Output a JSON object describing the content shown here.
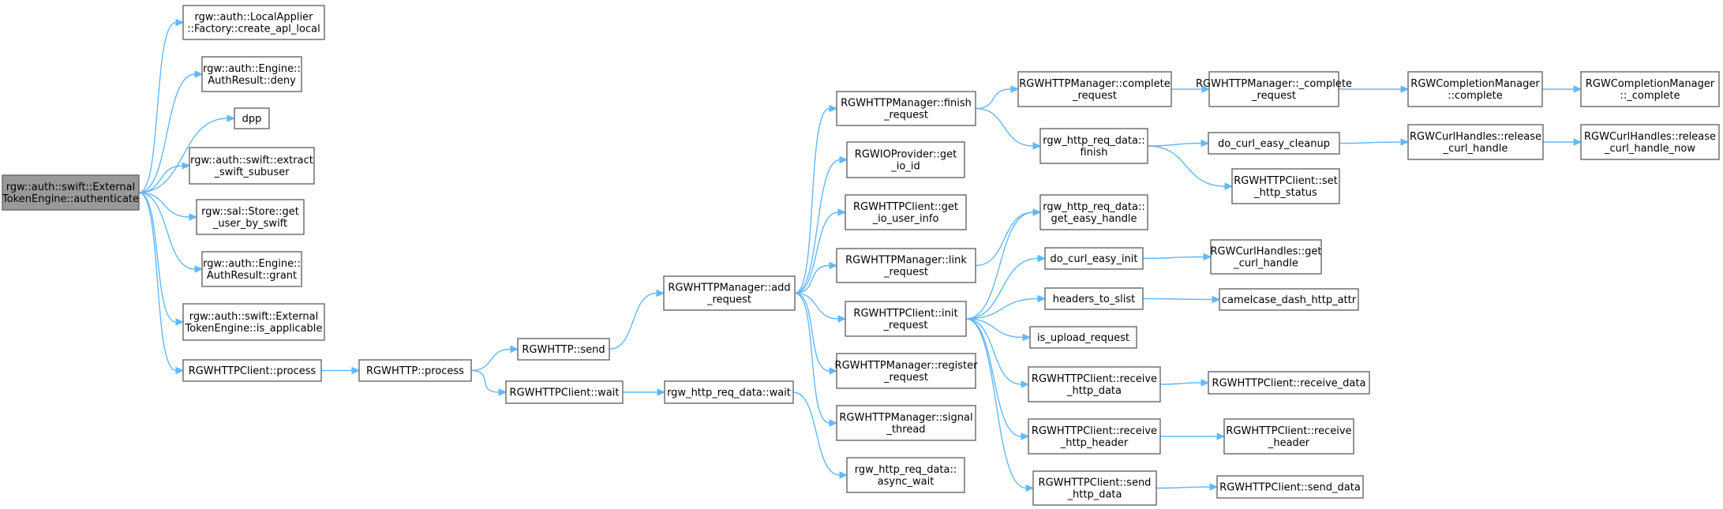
{
  "diagram": {
    "edge_color": "#63b8ff",
    "node_border_color": "#666666",
    "root_fill": "#999999",
    "nodes": [
      {
        "id": "authenticate",
        "lines": [
          "rgw::auth::swift::External",
          "TokenEngine::authenticate"
        ],
        "root": true
      },
      {
        "id": "create_apl_local",
        "lines": [
          "rgw::auth::LocalApplier",
          "::Factory::create_apl_local"
        ]
      },
      {
        "id": "deny",
        "lines": [
          "rgw::auth::Engine::",
          "AuthResult::deny"
        ]
      },
      {
        "id": "dpp",
        "lines": [
          "dpp"
        ]
      },
      {
        "id": "extract_swift_subuser",
        "lines": [
          "rgw::auth::swift::extract",
          "_swift_subuser"
        ]
      },
      {
        "id": "get_user_by_swift",
        "lines": [
          "rgw::sal::Store::get",
          "_user_by_swift"
        ]
      },
      {
        "id": "grant",
        "lines": [
          "rgw::auth::Engine::",
          "AuthResult::grant"
        ]
      },
      {
        "id": "is_applicable",
        "lines": [
          "rgw::auth::swift::External",
          "TokenEngine::is_applicable"
        ]
      },
      {
        "id": "client_process",
        "lines": [
          "RGWHTTPClient::process"
        ]
      },
      {
        "id": "http_process",
        "lines": [
          "RGWHTTP::process"
        ]
      },
      {
        "id": "http_send",
        "lines": [
          "RGWHTTP::send"
        ]
      },
      {
        "id": "client_wait",
        "lines": [
          "RGWHTTPClient::wait"
        ]
      },
      {
        "id": "req_data_wait",
        "lines": [
          "rgw_http_req_data::wait"
        ]
      },
      {
        "id": "add_request",
        "lines": [
          "RGWHTTPManager::add",
          "_request"
        ]
      },
      {
        "id": "finish_request",
        "lines": [
          "RGWHTTPManager::finish",
          "_request"
        ]
      },
      {
        "id": "get_io_id",
        "lines": [
          "RGWIOProvider::get",
          "_io_id"
        ]
      },
      {
        "id": "get_io_user_info",
        "lines": [
          "RGWHTTPClient::get",
          "_io_user_info"
        ]
      },
      {
        "id": "link_request",
        "lines": [
          "RGWHTTPManager::link",
          "_request"
        ]
      },
      {
        "id": "init_request",
        "lines": [
          "RGWHTTPClient::init",
          "_request"
        ]
      },
      {
        "id": "register_request",
        "lines": [
          "RGWHTTPManager::register",
          "_request"
        ]
      },
      {
        "id": "signal_thread",
        "lines": [
          "RGWHTTPManager::signal",
          "_thread"
        ]
      },
      {
        "id": "async_wait",
        "lines": [
          "rgw_http_req_data::",
          "async_wait"
        ]
      },
      {
        "id": "complete_request",
        "lines": [
          "RGWHTTPManager::complete",
          "_request"
        ]
      },
      {
        "id": "_complete_request",
        "lines": [
          "RGWHTTPManager::_complete",
          "_request"
        ]
      },
      {
        "id": "cm_complete",
        "lines": [
          "RGWCompletionManager",
          "::complete"
        ]
      },
      {
        "id": "cm__complete",
        "lines": [
          "RGWCompletionManager",
          "::_complete"
        ]
      },
      {
        "id": "req_data_finish",
        "lines": [
          "rgw_http_req_data::",
          "finish"
        ]
      },
      {
        "id": "do_curl_easy_cleanup",
        "lines": [
          "do_curl_easy_cleanup"
        ]
      },
      {
        "id": "release_curl_handle",
        "lines": [
          "RGWCurlHandles::release",
          "_curl_handle"
        ]
      },
      {
        "id": "release_curl_handle_now",
        "lines": [
          "RGWCurlHandles::release",
          "_curl_handle_now"
        ]
      },
      {
        "id": "set_http_status",
        "lines": [
          "RGWHTTPClient::set",
          "_http_status"
        ]
      },
      {
        "id": "get_easy_handle",
        "lines": [
          "rgw_http_req_data::",
          "get_easy_handle"
        ]
      },
      {
        "id": "do_curl_easy_init",
        "lines": [
          "do_curl_easy_init"
        ]
      },
      {
        "id": "get_curl_handle",
        "lines": [
          "RGWCurlHandles::get",
          "_curl_handle"
        ]
      },
      {
        "id": "headers_to_slist",
        "lines": [
          "headers_to_slist"
        ]
      },
      {
        "id": "camelcase_dash_http_attr",
        "lines": [
          "camelcase_dash_http_attr"
        ]
      },
      {
        "id": "is_upload_request",
        "lines": [
          "is_upload_request"
        ]
      },
      {
        "id": "receive_http_data",
        "lines": [
          "RGWHTTPClient::receive",
          "_http_data"
        ]
      },
      {
        "id": "receive_data",
        "lines": [
          "RGWHTTPClient::receive_data"
        ]
      },
      {
        "id": "receive_http_header",
        "lines": [
          "RGWHTTPClient::receive",
          "_http_header"
        ]
      },
      {
        "id": "receive_header",
        "lines": [
          "RGWHTTPClient::receive",
          "_header"
        ]
      },
      {
        "id": "send_http_data",
        "lines": [
          "RGWHTTPClient::send",
          "_http_data"
        ]
      },
      {
        "id": "send_data",
        "lines": [
          "RGWHTTPClient::send_data"
        ]
      }
    ],
    "edges": [
      [
        "authenticate",
        "create_apl_local"
      ],
      [
        "authenticate",
        "deny"
      ],
      [
        "authenticate",
        "dpp"
      ],
      [
        "authenticate",
        "extract_swift_subuser"
      ],
      [
        "authenticate",
        "get_user_by_swift"
      ],
      [
        "authenticate",
        "grant"
      ],
      [
        "authenticate",
        "is_applicable"
      ],
      [
        "authenticate",
        "client_process"
      ],
      [
        "client_process",
        "http_process"
      ],
      [
        "http_process",
        "http_send"
      ],
      [
        "http_process",
        "client_wait"
      ],
      [
        "http_send",
        "add_request"
      ],
      [
        "client_wait",
        "req_data_wait"
      ],
      [
        "req_data_wait",
        "async_wait"
      ],
      [
        "add_request",
        "finish_request"
      ],
      [
        "add_request",
        "get_io_id"
      ],
      [
        "add_request",
        "get_io_user_info"
      ],
      [
        "add_request",
        "link_request"
      ],
      [
        "add_request",
        "init_request"
      ],
      [
        "add_request",
        "register_request"
      ],
      [
        "add_request",
        "signal_thread"
      ],
      [
        "finish_request",
        "complete_request"
      ],
      [
        "finish_request",
        "req_data_finish"
      ],
      [
        "complete_request",
        "_complete_request"
      ],
      [
        "_complete_request",
        "cm_complete"
      ],
      [
        "cm_complete",
        "cm__complete"
      ],
      [
        "req_data_finish",
        "do_curl_easy_cleanup"
      ],
      [
        "req_data_finish",
        "set_http_status"
      ],
      [
        "do_curl_easy_cleanup",
        "release_curl_handle"
      ],
      [
        "release_curl_handle",
        "release_curl_handle_now"
      ],
      [
        "link_request",
        "get_easy_handle"
      ],
      [
        "init_request",
        "get_easy_handle"
      ],
      [
        "init_request",
        "do_curl_easy_init"
      ],
      [
        "init_request",
        "headers_to_slist"
      ],
      [
        "init_request",
        "is_upload_request"
      ],
      [
        "init_request",
        "receive_http_data"
      ],
      [
        "init_request",
        "receive_http_header"
      ],
      [
        "init_request",
        "send_http_data"
      ],
      [
        "do_curl_easy_init",
        "get_curl_handle"
      ],
      [
        "headers_to_slist",
        "camelcase_dash_http_attr"
      ],
      [
        "receive_http_data",
        "receive_data"
      ],
      [
        "receive_http_header",
        "receive_header"
      ],
      [
        "send_http_data",
        "send_data"
      ]
    ]
  }
}
